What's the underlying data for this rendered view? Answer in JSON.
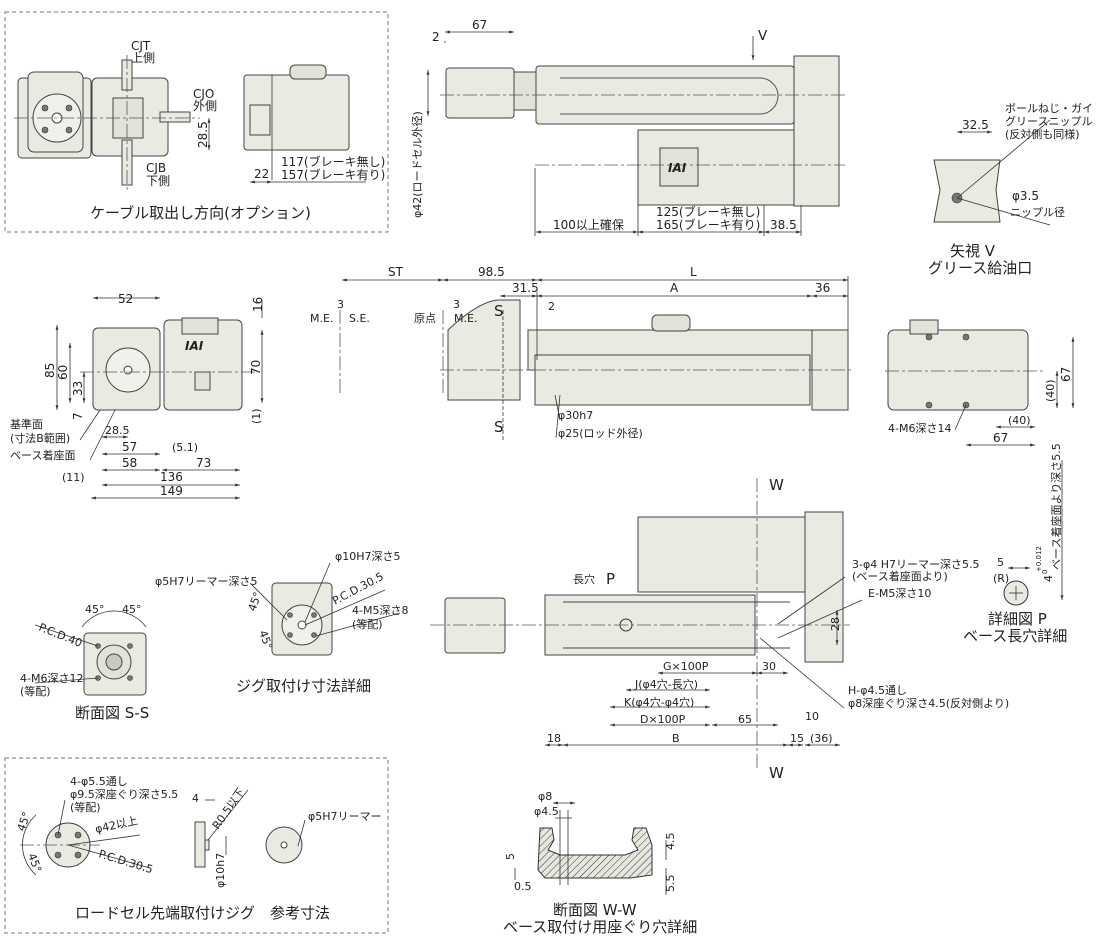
{
  "cable_option": {
    "title": "ケーブル取出し方向(オプション)",
    "cjt": [
      "CJT",
      "上側"
    ],
    "cjo": [
      "CJO",
      "外側"
    ],
    "cjb": [
      "CJB",
      "下側"
    ],
    "dim_28_5": "28.5",
    "dim_22": "22",
    "len_no_brake": "117(ブレーキ無し)",
    "len_brake": "157(ブレーキ有り)"
  },
  "top_view": {
    "dim_67": "67",
    "dim_2": "2",
    "arrow_v": "V",
    "loadcell_dia": "φ42(ロードセル外径)",
    "clearance": "100以上確保",
    "motor_no_brake": "125(ブレーキ無し)",
    "motor_brake": "165(ブレーキ有り)",
    "dim_38_5": "38.5",
    "logo": "IAI"
  },
  "view_v": {
    "dim_32_5": "32.5",
    "nipple_note": [
      "ボールねじ・ガイド用",
      "グリースニップル",
      "(反対側も同様)"
    ],
    "nipple_dia": [
      "φ3.5",
      "ニップル径"
    ],
    "title": [
      "矢視 V",
      "グリース給油口"
    ]
  },
  "front_view": {
    "dim_52": "52",
    "dim_16": "16",
    "dim_85": "85",
    "dim_60": "60",
    "dim_33": "33",
    "dim_7": "7",
    "dim_70": "70",
    "dim_1": "(1)",
    "dim_28_5": "28.5",
    "dim_57": "57",
    "dim_58": "58",
    "dim_5_1": "(5.1)",
    "dim_73": "73",
    "dim_11": "(11)",
    "dim_136": "136",
    "dim_149": "149",
    "ref_surface": [
      "基準面",
      "(寸法B範囲)"
    ],
    "base_surface": "ベース着座面",
    "logo": "IAI"
  },
  "side_view": {
    "st": "ST",
    "dim_98_5": "98.5",
    "l": "L",
    "dim_31_5": "31.5",
    "a": "A",
    "dim_36": "36",
    "dim_3a": "3",
    "dim_3b": "3",
    "dim_2": "2",
    "me1": "M.E.",
    "se": "S.E.",
    "origin": "原点",
    "me2": "M.E.",
    "s_top": "S",
    "s_bottom": "S",
    "rod_fit": "φ30h7",
    "rod_dia": "φ25(ロッド外径)"
  },
  "rear_view": {
    "dim_67_v": "67",
    "dim_40_v": "(40)",
    "dim_40_h": "(40)",
    "dim_67_h": "67",
    "tap": "4-M6深さ14"
  },
  "section_s": {
    "angle1": "45°",
    "angle2": "45°",
    "pcd": "P.C.D.40",
    "tap": "4-M6深さ12",
    "equal": "(等配)",
    "title": "断面図 S-S"
  },
  "jig_detail": {
    "reamer": "φ5H7リーマー深さ5",
    "bore": "φ10H7深さ5",
    "pcd": "P.C.D.30.5",
    "tap": "4-M5深さ8",
    "equal": "(等配)",
    "angle1": "45°",
    "angle2": "45°",
    "title": "ジグ取付け寸法詳細"
  },
  "bottom_view": {
    "w_top": "W",
    "w_bottom": "W",
    "slot": "長穴",
    "p": "P",
    "g": "G×100P",
    "dim_30": "30",
    "j": "J(φ4穴-長穴)",
    "k": "K(φ4穴-φ4穴)",
    "d": "D×100P",
    "dim_65": "65",
    "dim_10": "10",
    "dim_18": "18",
    "b": "B",
    "dim_15": "15",
    "dim_36": "(36)",
    "dim_28": "28",
    "reamer_note": [
      "3-φ4 H7リーマー深さ5.5",
      "(ベース着座面より)"
    ],
    "tap_note": "E-M5深さ10",
    "through_note": [
      "H-φ4.5通し",
      "φ8深座ぐり深さ4.5(反対側より)"
    ]
  },
  "detail_p": {
    "dim_5": "5",
    "r": "(R)",
    "tol": "4",
    "tol_upper": "+0.012",
    "tol_lower": "0",
    "depth": "ベース着座面より深さ5.5",
    "title": [
      "詳細図 P",
      "ベース長穴詳細"
    ]
  },
  "loadcell_jig": {
    "through": "4-φ5.5通し",
    "counterbore": "φ9.5深座ぐり深さ5.5",
    "equal": "(等配)",
    "dia42": "φ42以上",
    "pcd": "P.C.D.30.5",
    "angle1": "45°",
    "angle2": "45°",
    "dim_4": "4",
    "r05": "R0.5以下",
    "shaft": "φ10h7",
    "reamer": "φ5H7リーマー",
    "title": "ロードセル先端取付けジグ　参考寸法"
  },
  "section_w": {
    "d8": "φ8",
    "d45": "φ4.5",
    "dim_5": "5",
    "dim_0_5": "0.5",
    "dim_4_5": "4.5",
    "dim_5_5": "5.5",
    "title": [
      "断面図 W-W",
      "ベース取付け用座ぐり穴詳細"
    ]
  }
}
